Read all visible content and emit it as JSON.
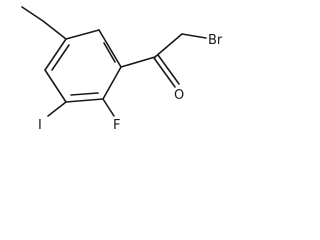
{
  "molecule": {
    "atoms": {
      "bromine": "Br",
      "oxygen": "O",
      "fluorine": "F",
      "iodine": "I"
    }
  },
  "colors": {
    "bond": "#1a1a1a",
    "background": "#ffffff"
  }
}
